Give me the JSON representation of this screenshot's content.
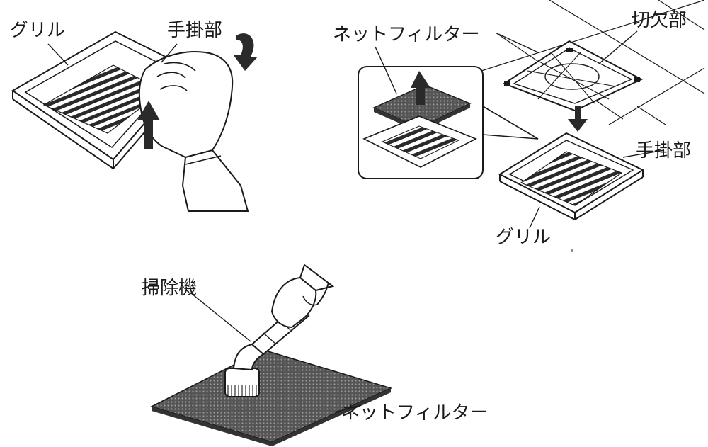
{
  "labels": {
    "grille_1": "グリル",
    "handle_1": "手掛部",
    "net_filter_1": "ネットフィルター",
    "notch": "切欠部",
    "handle_2": "手掛部",
    "grille_2": "グリル",
    "vacuum": "掃除機",
    "net_filter_2": "ネットフィルター"
  },
  "colors": {
    "line": "#1a1a1a",
    "fill": "#ffffff",
    "mesh": "#4a4a4a",
    "arrow": "#2a2a2a"
  }
}
